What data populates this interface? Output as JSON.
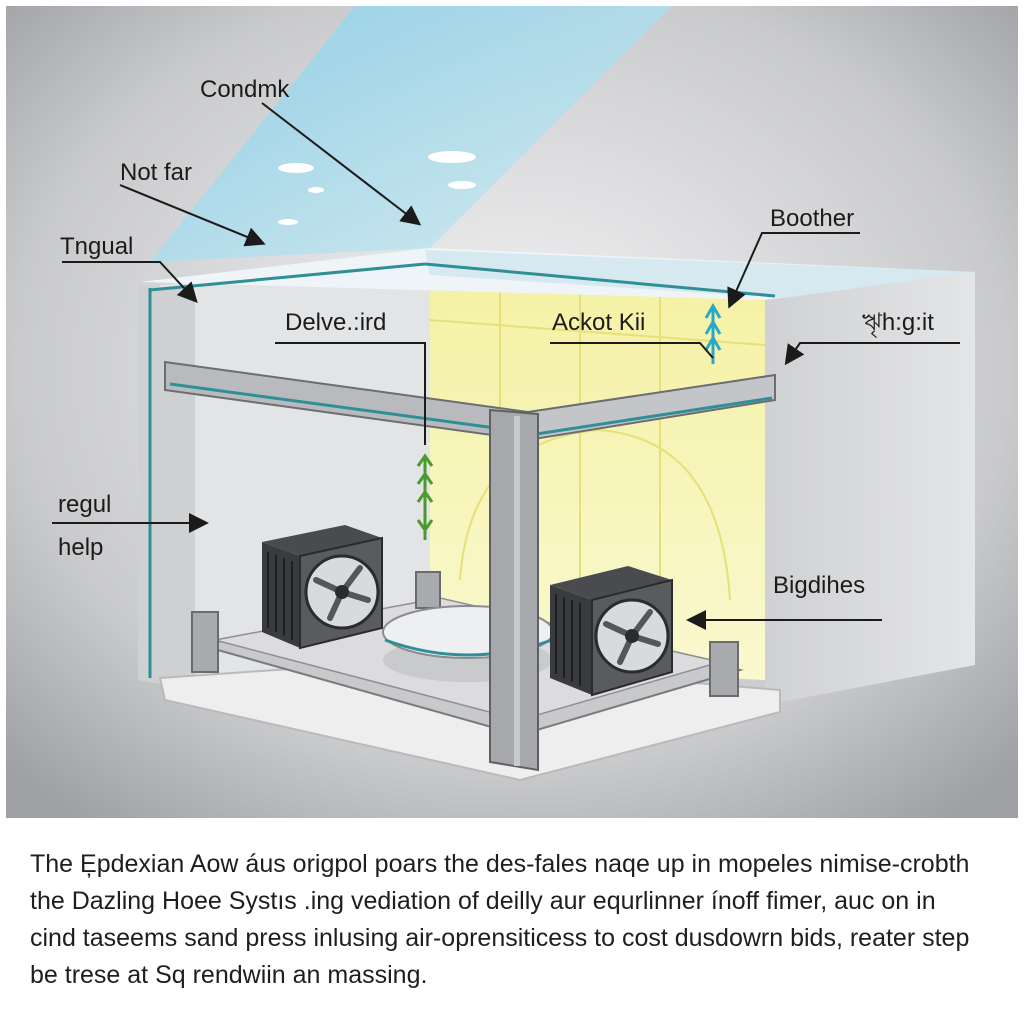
{
  "diagram": {
    "labels": {
      "condenser": "Condmk",
      "not_far": "Not far",
      "tngual": "Tngual",
      "boother": "Boother",
      "delve": "Delve.:ird",
      "ackot": "Ackot Kii",
      "exhaust": "ৠh:g:it",
      "regul": "regul",
      "help": "help",
      "bigdihes": "Bigdihes"
    }
  },
  "caption": {
    "lines": [
      "The E̦pdexian Aow áus origpol poars the des-fales naqe up in mopeles nimise-crobth",
      "the Dazling Hoee Systıs .ing vediation of deilly aur equrlinner ínoff fimer, auc on in",
      "cind taseems sand press inlusing air-oprensiticess to cost dusdowrn bids, reater step",
      "be trese at Sq rendwiin an massing."
    ]
  },
  "colors": {
    "background": "#ffffff",
    "wall_grey": "#d8d9db",
    "teal_edge": "#2f8f96",
    "yellow_panel": "#f5f3b0",
    "sky_beam": "#9fd3e6",
    "arrow_blue": "#2aa8c8",
    "arrow_green": "#4a9a2e"
  }
}
